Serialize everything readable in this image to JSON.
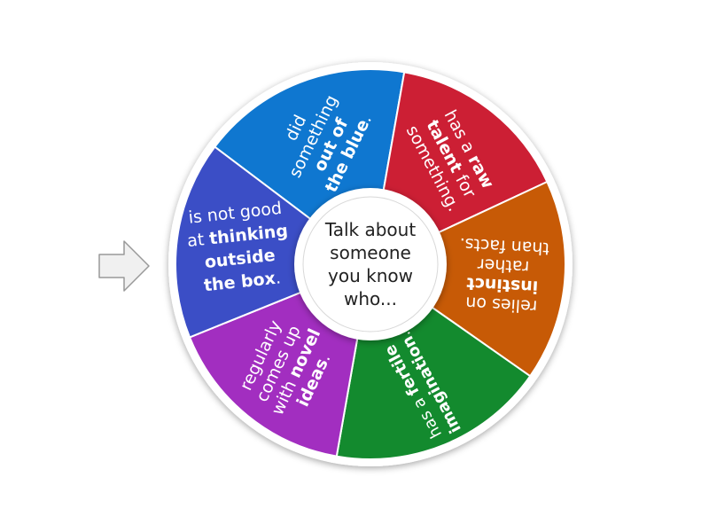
{
  "wheel": {
    "center_prompt": [
      "Talk about",
      "someone",
      "you know",
      "who..."
    ],
    "rim_color": "#ffffff",
    "hub_color": "#ffffff",
    "segments": [
      {
        "color": "#0f77d0",
        "lines": [
          [
            {
              "t": "did",
              "b": false
            }
          ],
          [
            {
              "t": "something",
              "b": false
            }
          ],
          [
            {
              "t": "out of",
              "b": true
            }
          ],
          [
            {
              "t": "the blue",
              "b": true
            },
            {
              "t": ".",
              "b": false
            }
          ]
        ]
      },
      {
        "color": "#cc1f34",
        "lines": [
          [
            {
              "t": "has a ",
              "b": false
            },
            {
              "t": "raw",
              "b": true
            }
          ],
          [
            {
              "t": "talent",
              "b": true
            },
            {
              "t": " for",
              "b": false
            }
          ],
          [
            {
              "t": "something.",
              "b": false
            }
          ]
        ]
      },
      {
        "color": "#c75a06",
        "lines": [
          [
            {
              "t": "relies on",
              "b": false
            }
          ],
          [
            {
              "t": "instinct",
              "b": true
            }
          ],
          [
            {
              "t": "rather",
              "b": false
            }
          ],
          [
            {
              "t": "than facts.",
              "b": false
            }
          ]
        ]
      },
      {
        "color": "#138a2e",
        "lines": [
          [
            {
              "t": "has a ",
              "b": false
            },
            {
              "t": "fertile",
              "b": true
            }
          ],
          [
            {
              "t": "imagination",
              "b": true
            },
            {
              "t": ".",
              "b": false
            }
          ]
        ]
      },
      {
        "color": "#a22ec0",
        "lines": [
          [
            {
              "t": "regularly",
              "b": false
            }
          ],
          [
            {
              "t": "comes up",
              "b": false
            }
          ],
          [
            {
              "t": "with ",
              "b": false
            },
            {
              "t": "novel",
              "b": true
            }
          ],
          [
            {
              "t": "ideas",
              "b": true
            },
            {
              "t": ".",
              "b": false
            }
          ]
        ]
      },
      {
        "color": "#3b4ec6",
        "lines": [
          [
            {
              "t": "is not good",
              "b": false
            }
          ],
          [
            {
              "t": "at ",
              "b": false
            },
            {
              "t": "thinking",
              "b": true
            }
          ],
          [
            {
              "t": "outside",
              "b": true
            }
          ],
          [
            {
              "t": "the box",
              "b": true
            },
            {
              "t": ".",
              "b": false
            }
          ]
        ]
      }
    ]
  },
  "pointer": {
    "icon": "arrow-right-icon",
    "color": "#f0f0f0",
    "stroke": "#999999"
  }
}
